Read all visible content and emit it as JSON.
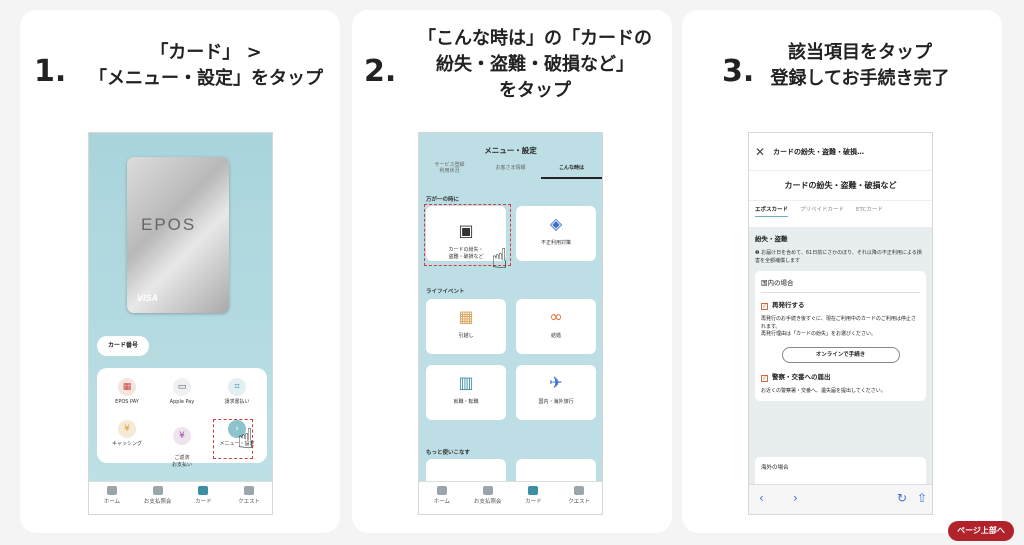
{
  "steps": [
    {
      "num": "1.",
      "title_lines": [
        "「カード」 >",
        "「メニュー・設定」をタップ"
      ]
    },
    {
      "num": "2.",
      "title_lines": [
        "「こんな時は」の「カードの",
        "紛失・盗難・破損など」",
        "をタップ"
      ]
    },
    {
      "num": "3.",
      "title_lines": [
        "該当項目をタップ",
        "登録してお手続き完了"
      ]
    }
  ],
  "phone1": {
    "card_logo": "EPOS",
    "card_network": "VISA",
    "card_number_button": "カード番号",
    "menu": [
      {
        "icon": "qr-pay-icon",
        "label": "EPOS PAY"
      },
      {
        "icon": "apple-pay-icon",
        "label": "Apple Pay"
      },
      {
        "icon": "bill-scan-icon",
        "label": "請求書払い"
      },
      {
        "icon": "cash-icon",
        "label": "キャッシング"
      },
      {
        "icon": "payment-icon",
        "label": "ご返済\nお支払い"
      },
      {
        "icon": "menu-settings-icon",
        "label": "メニュー・設定"
      }
    ]
  },
  "bottom_nav": [
    {
      "icon": "home-icon",
      "label": "ホーム"
    },
    {
      "icon": "payment-amount-icon",
      "label": "お支払照会"
    },
    {
      "icon": "card-icon",
      "label": "カード"
    },
    {
      "icon": "quest-icon",
      "label": "クエスト"
    }
  ],
  "phone2": {
    "header_title": "メニュー・設定",
    "tabs": [
      "サービス登録\n利用状況",
      "お客さま情報",
      "こんな時は"
    ],
    "section_emergency": "万が一の時に",
    "section_life": "ライフイベント",
    "section_more": "もっと使いこなす",
    "tiles": [
      {
        "icon": "lost-card-icon",
        "label": "カードの紛失・\n盗難・破損など"
      },
      {
        "icon": "fraud-icon",
        "label": "不正利用対策"
      },
      {
        "icon": "moving-icon",
        "label": "引越し"
      },
      {
        "icon": "rings-icon",
        "label": "結婚"
      },
      {
        "icon": "office-icon",
        "label": "就職・転職"
      },
      {
        "icon": "airplane-icon",
        "label": "国内・海外旅行"
      }
    ]
  },
  "phone3": {
    "top_title": "カードの紛失・盗難・破損…",
    "heading": "カードの紛失・盗難・破損など",
    "tabs": [
      "エポスカード",
      "プリペイドカード",
      "ETCカード"
    ],
    "section_title": "紛失・盗難",
    "note": "お届け日を含めて、61日前にさかのぼり、それ以降の不正利用による損害を全額補償します",
    "domestic": {
      "title": "国内の場合",
      "reissue": "再発行する",
      "reissue_note": "再発行のお手続き後すぐに、現在ご利用中のカードのご利用は停止されます。\n再発行理由は「カードの紛失」をお選びください。",
      "online_button": "オンラインで手続き",
      "police": "警察・交番への届出",
      "police_note": "お近くの警察署・交番へ、遺失届を提出してください。"
    },
    "overseas_title": "海外の場合"
  },
  "page_top_button": "ページ上部へ"
}
